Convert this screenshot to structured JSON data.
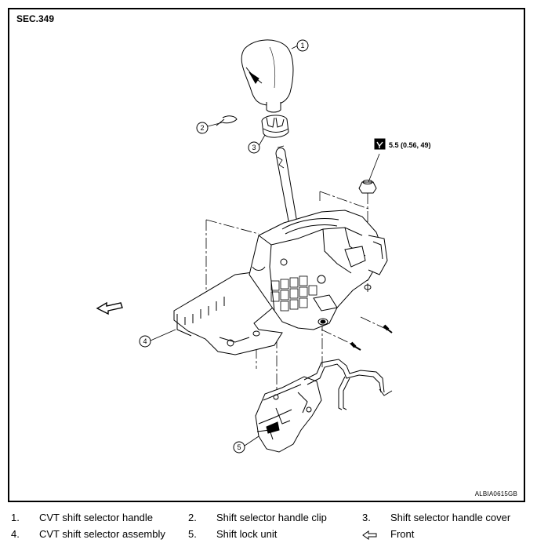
{
  "diagram": {
    "section_code": "SEC.349",
    "figure_id": "ALBIA0615GB",
    "torque_spec": "5.5 (0.56, 49)",
    "callouts": [
      "1",
      "2",
      "3",
      "4",
      "5"
    ]
  },
  "legend": {
    "items": [
      {
        "number": "1.",
        "label": "CVT shift selector handle"
      },
      {
        "number": "2.",
        "label": "Shift selector handle clip"
      },
      {
        "number": "3.",
        "label": "Shift selector handle cover"
      },
      {
        "number": "4.",
        "label": "CVT shift selector assembly"
      },
      {
        "number": "5.",
        "label": "Shift lock unit"
      }
    ],
    "front_label": "Front"
  }
}
